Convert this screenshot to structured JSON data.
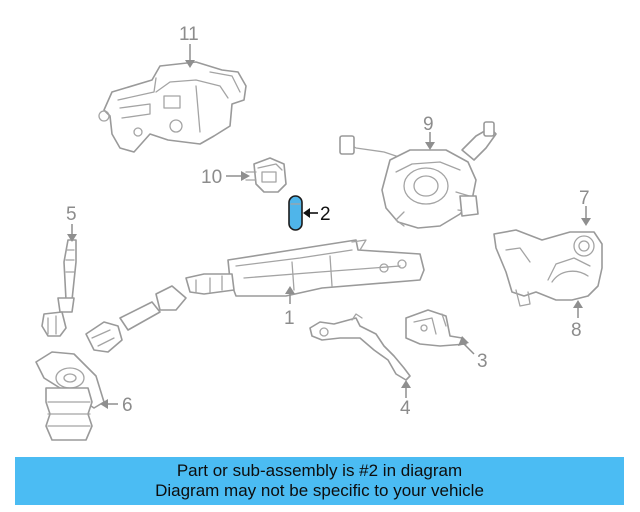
{
  "callouts": {
    "c1": "1",
    "c2": "2",
    "c3": "3",
    "c4": "4",
    "c5": "5",
    "c6": "6",
    "c7": "7",
    "c8": "8",
    "c9": "9",
    "c10": "10",
    "c11": "11"
  },
  "highlight": {
    "part_number": "2",
    "fill_color": "#4fb5ea"
  },
  "banner": {
    "line1": "Part or sub-assembly is #2 in diagram",
    "line2": "Diagram may not be specific to your vehicle",
    "background": "#4bbcf3"
  }
}
